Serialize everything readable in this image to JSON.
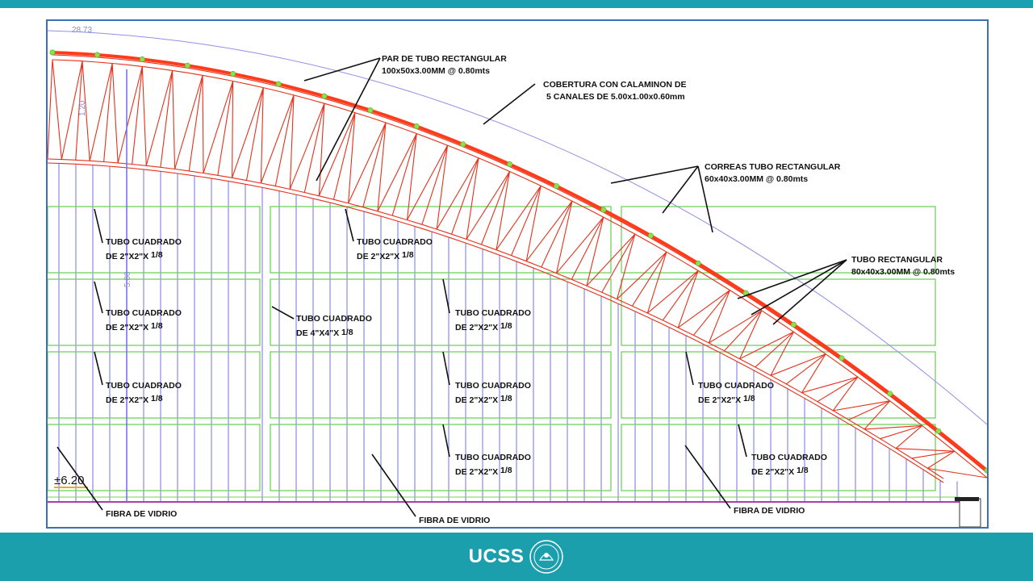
{
  "dimensions": {
    "top_left": "28.73",
    "height_truss": "1.20",
    "height_col": "5.00",
    "level": "±6.20"
  },
  "labels": {
    "par_tubo_1": "PAR DE TUBO RECTANGULAR",
    "par_tubo_2": "100x50x3.00MM @ 0.80mts",
    "cobertura_1": "COBERTURA CON CALAMINON DE",
    "cobertura_2": "5 CANALES DE 5.00x1.00x0.60mm",
    "correas_1": "CORREAS TUBO RECTANGULAR",
    "correas_2": "60x40x3.00MM @ 0.80mts",
    "tubo_rect_1": "TUBO RECTANGULAR",
    "tubo_rect_2": "80x40x3.00MM @ 0.80mts",
    "tubo_cuadrado": "TUBO CUADRADO",
    "de_2x2": "DE 2\"X2\"X",
    "de_4x4": "DE 4\"X4\"X",
    "frac_small": "1/8",
    "frac_big": "1/8",
    "fibra": "FIBRA DE VIDRIO"
  },
  "footer": {
    "logo_text": "UCSS"
  },
  "colors": {
    "band": "#1c9fad",
    "frame": "#3b6fb6",
    "truss": "#e4311b",
    "grid_blue": "#6f6fe0",
    "grid_green": "#6fd35a",
    "roof_line": "#ff3b1a",
    "purple_line": "#b03ab0"
  }
}
